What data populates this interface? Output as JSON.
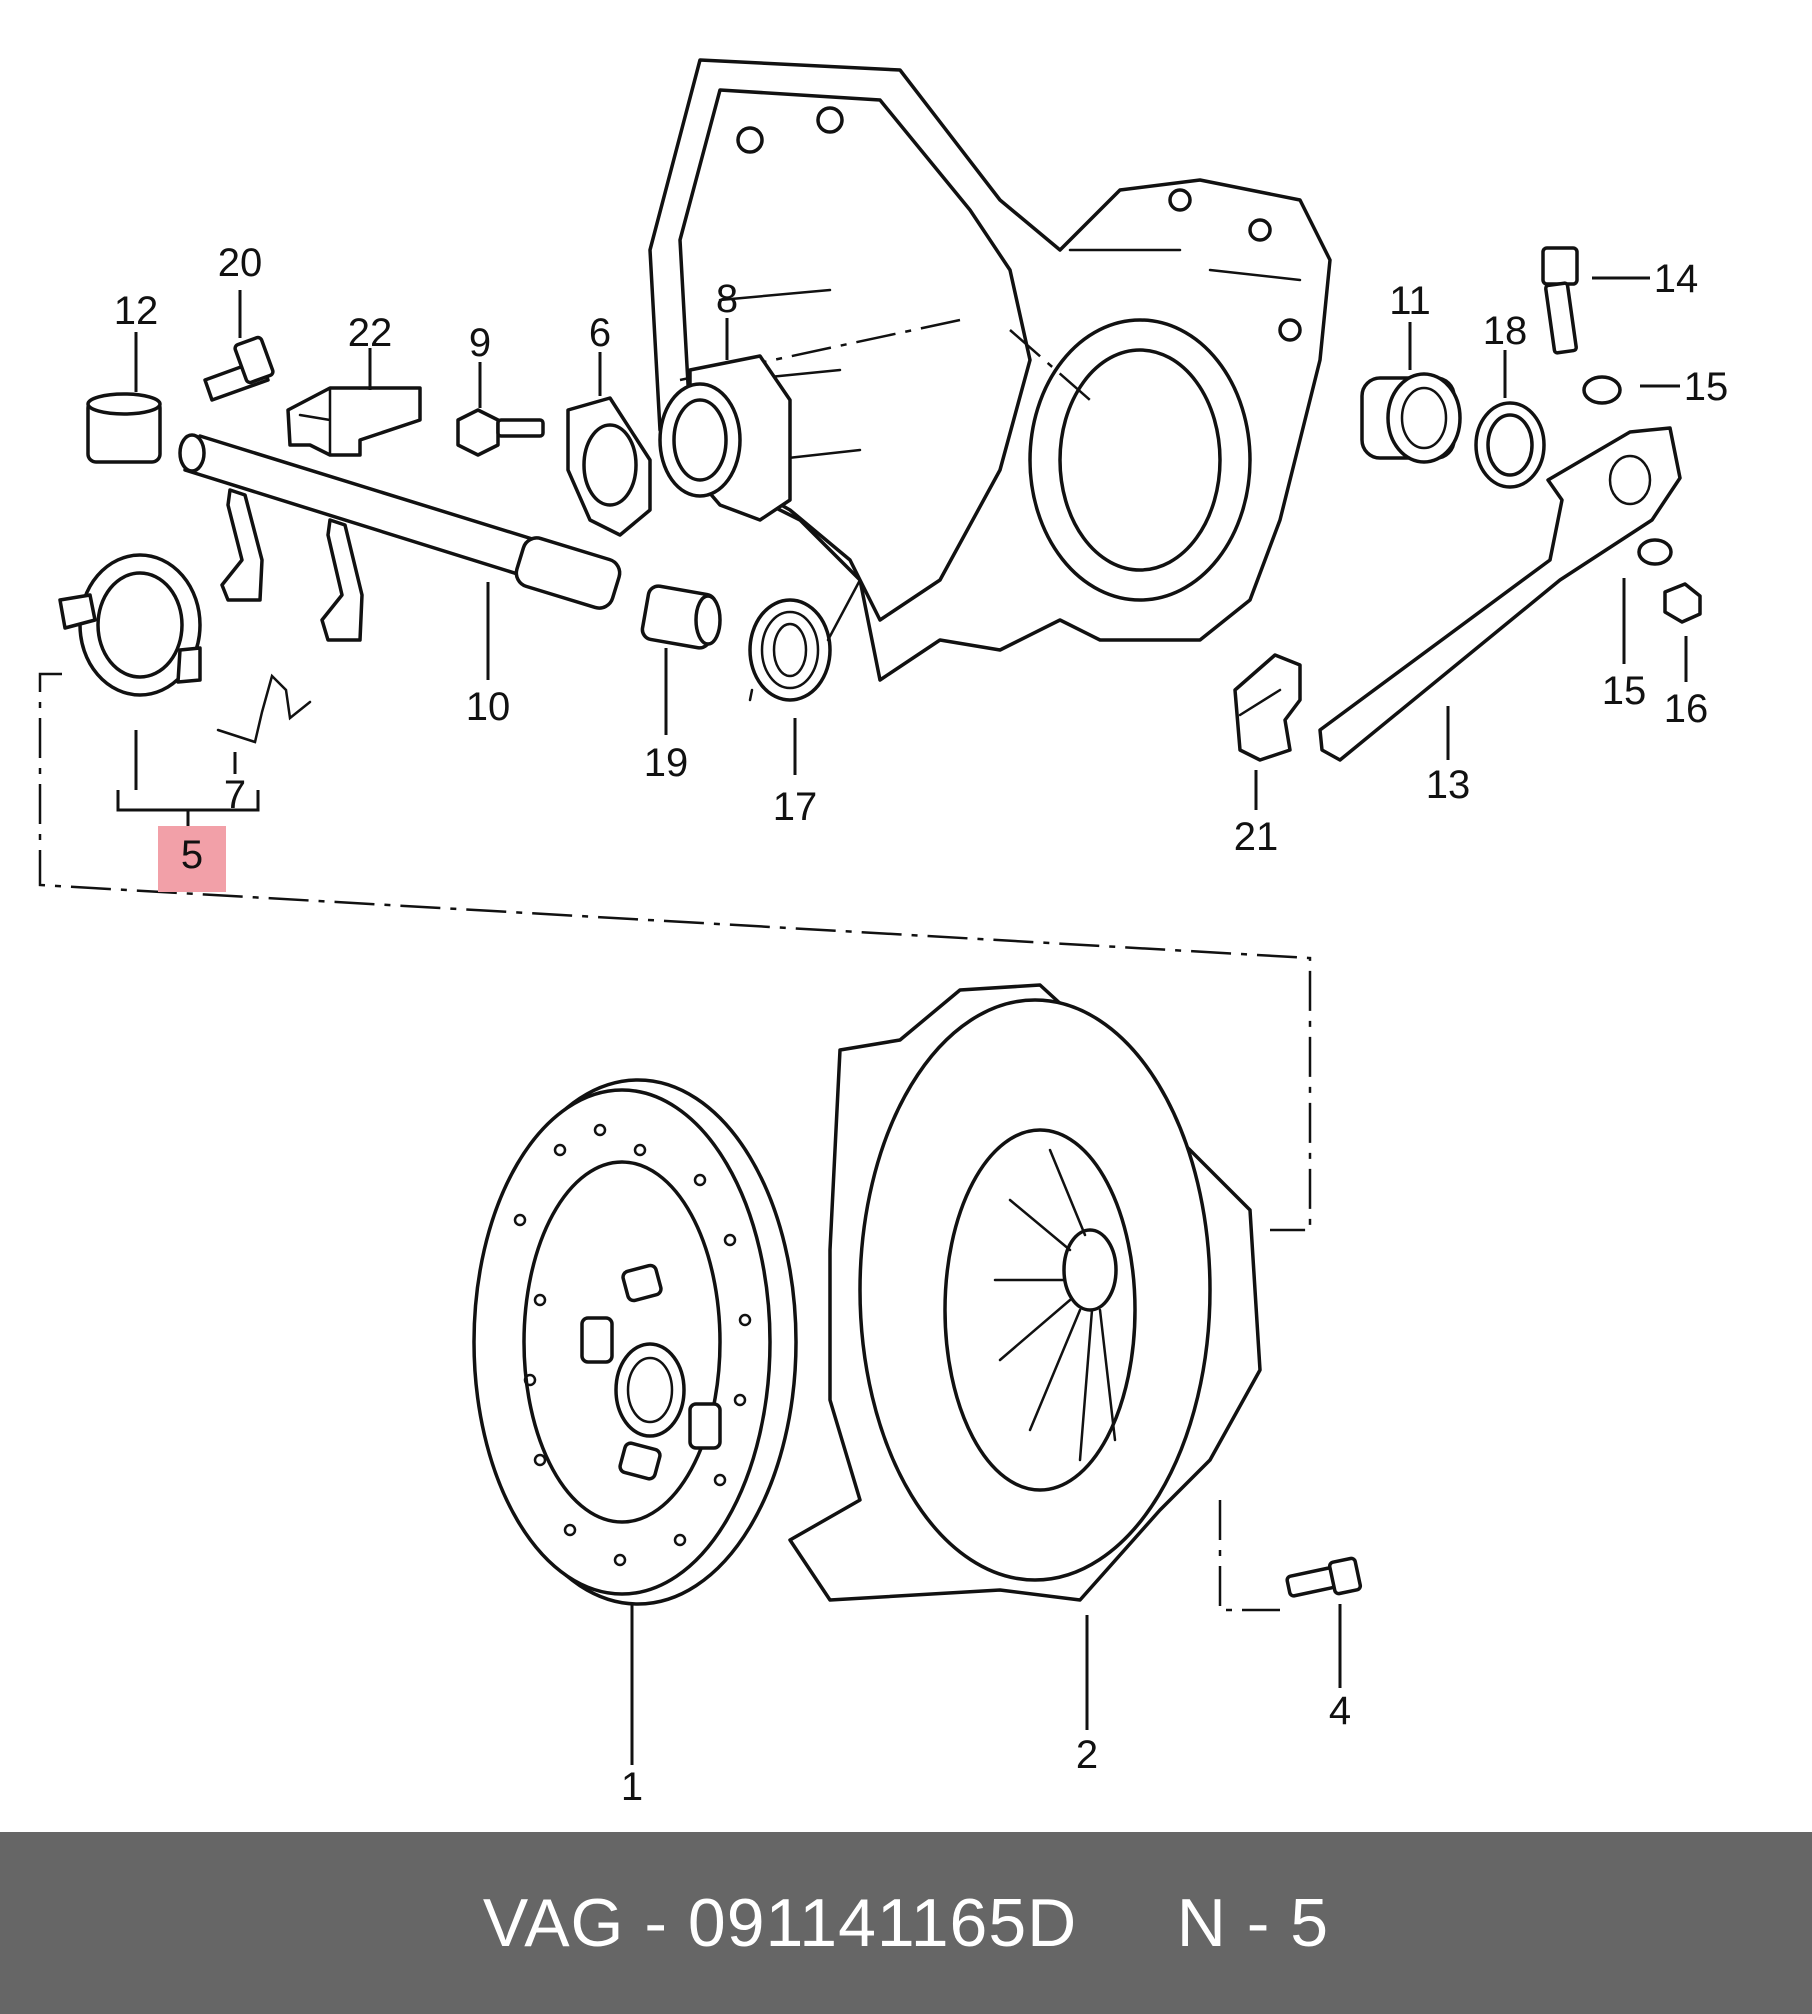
{
  "diagram": {
    "callouts": {
      "c1": "1",
      "c2": "2",
      "c4": "4",
      "c5": "5",
      "c6": "6",
      "c7": "7",
      "c8": "8",
      "c9": "9",
      "c10": "10",
      "c11": "11",
      "c12": "12",
      "c13": "13",
      "c14": "14",
      "c15a": "15",
      "c15b": "15",
      "c16": "16",
      "c17": "17",
      "c18": "18",
      "c19": "19",
      "c20": "20",
      "c21": "21",
      "c22": "22"
    },
    "highlight_color": "#f2a0a8"
  },
  "footer": {
    "brand": "VAG",
    "separator": " - ",
    "part_number": "091141165D",
    "spacer": "     ",
    "position_label": "N - 5",
    "background": "#666666"
  }
}
